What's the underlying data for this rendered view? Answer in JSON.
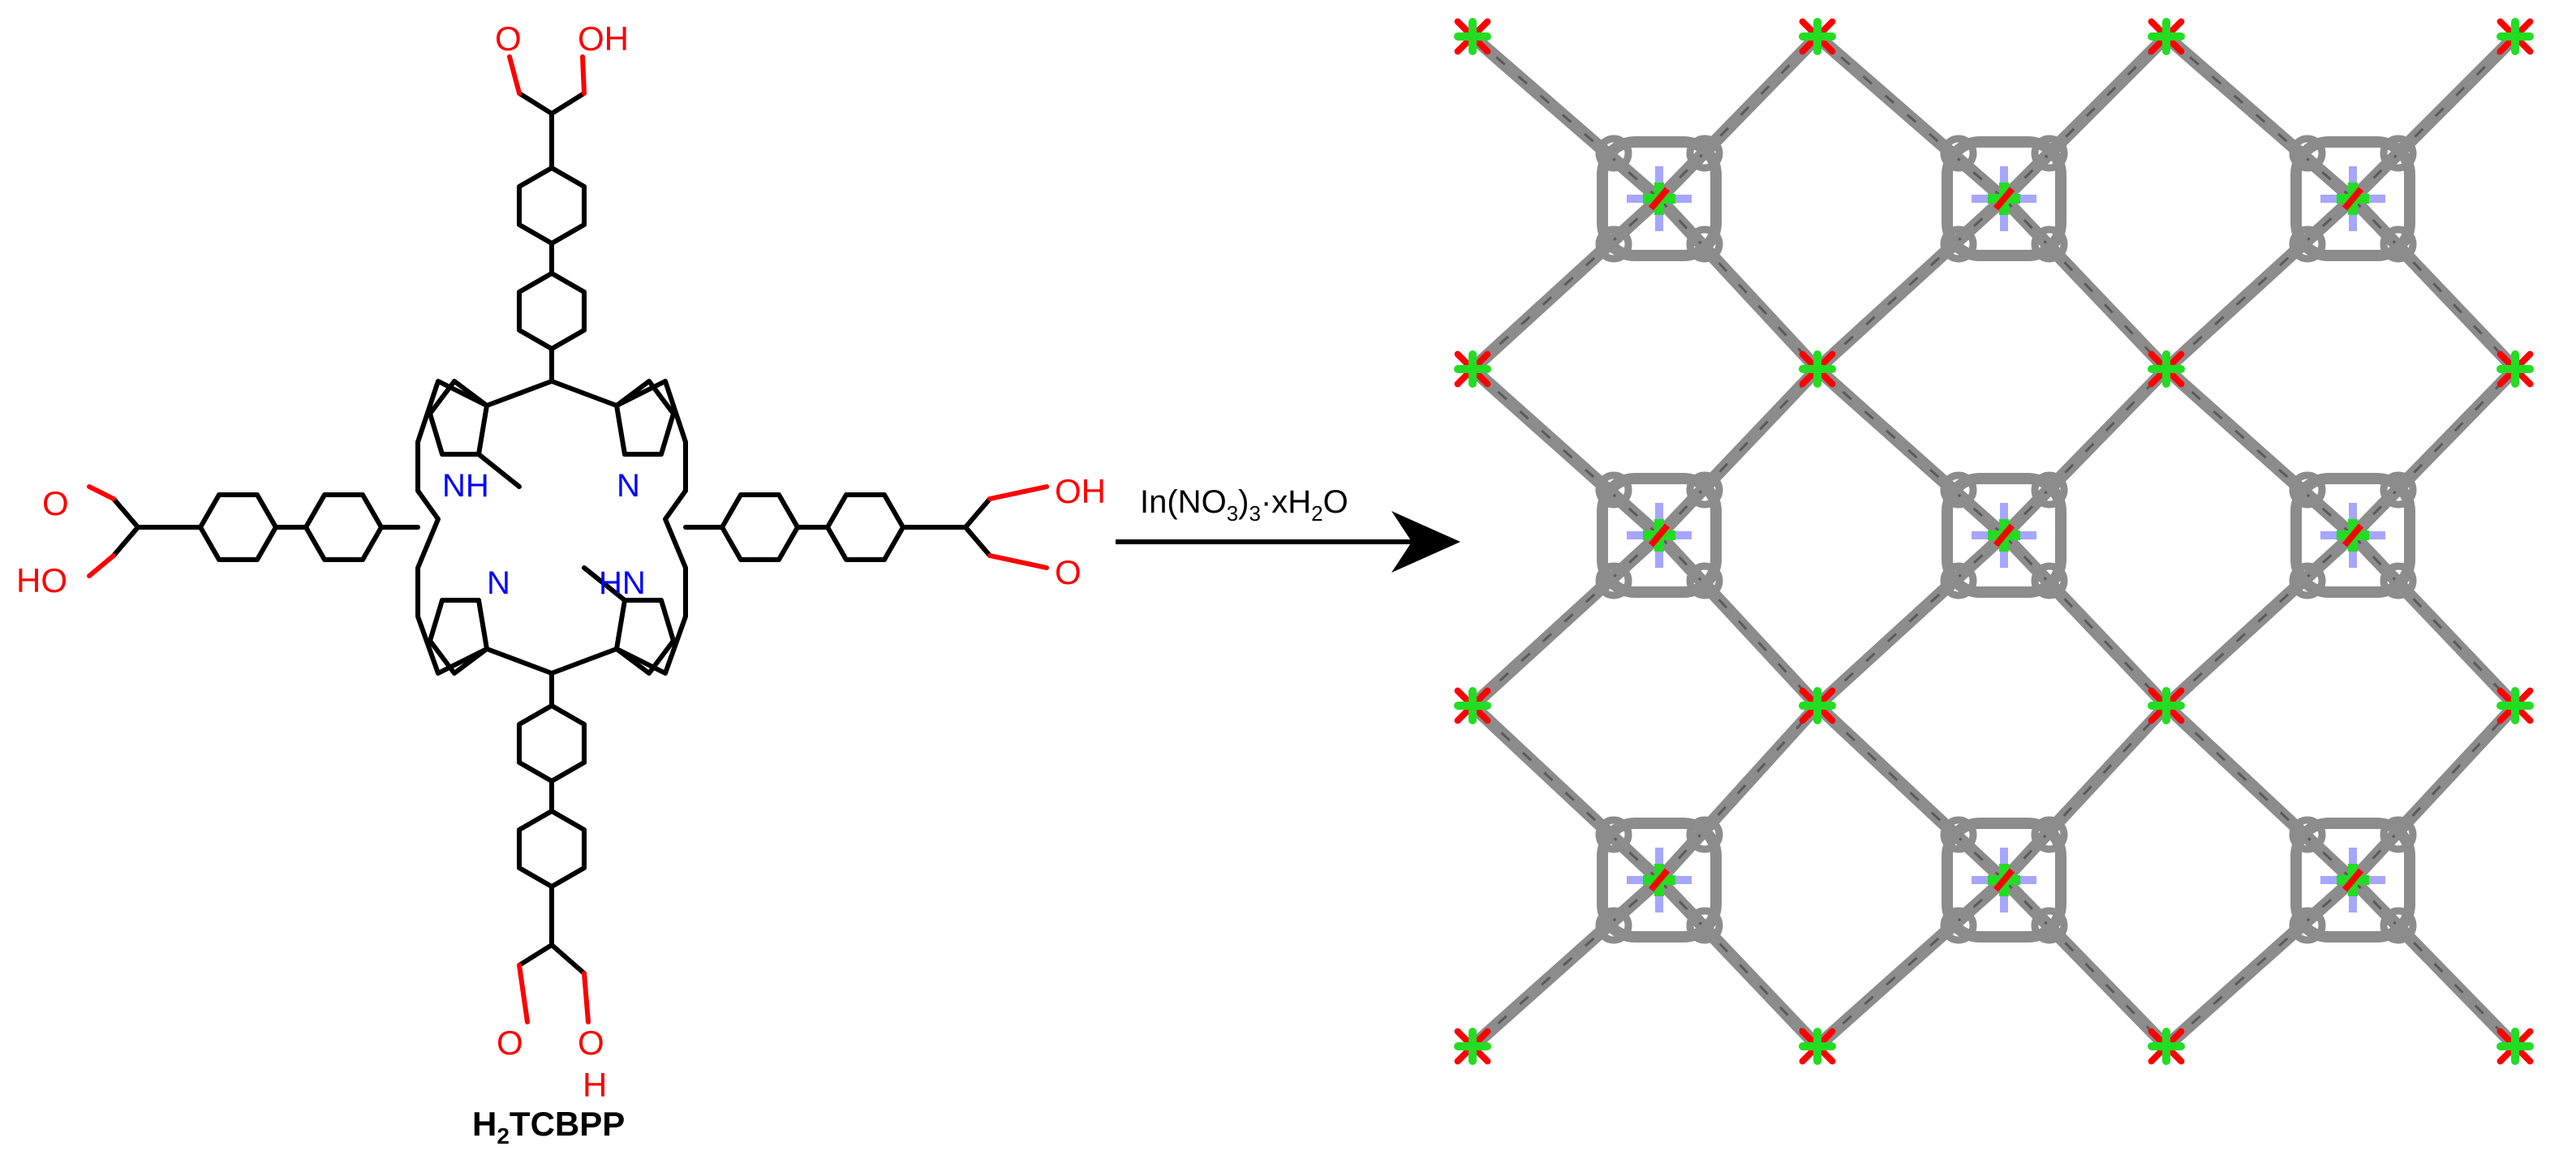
{
  "molecule": {
    "name_main": "H",
    "name_sub": "2",
    "name_rest": "TCBPP",
    "nh_label": "NH",
    "hn_label": "HN",
    "n_label": "N",
    "oh_label": "OH",
    "ho_label": "HO",
    "o_label": "O",
    "h_label": "H"
  },
  "reagent": {
    "part1": "In(NO",
    "sub1": "3",
    "part2": ")",
    "sub2": "3",
    "part3": "·xH",
    "sub3": "2",
    "part4": "O"
  },
  "colors": {
    "bond": "#000000",
    "oxygen": "#ff0000",
    "nitrogen": "#0000ff",
    "framework_carbon": "#8c8c8c",
    "framework_nitrogen": "#a6a6ff",
    "metal_indium": "#22dd22"
  }
}
